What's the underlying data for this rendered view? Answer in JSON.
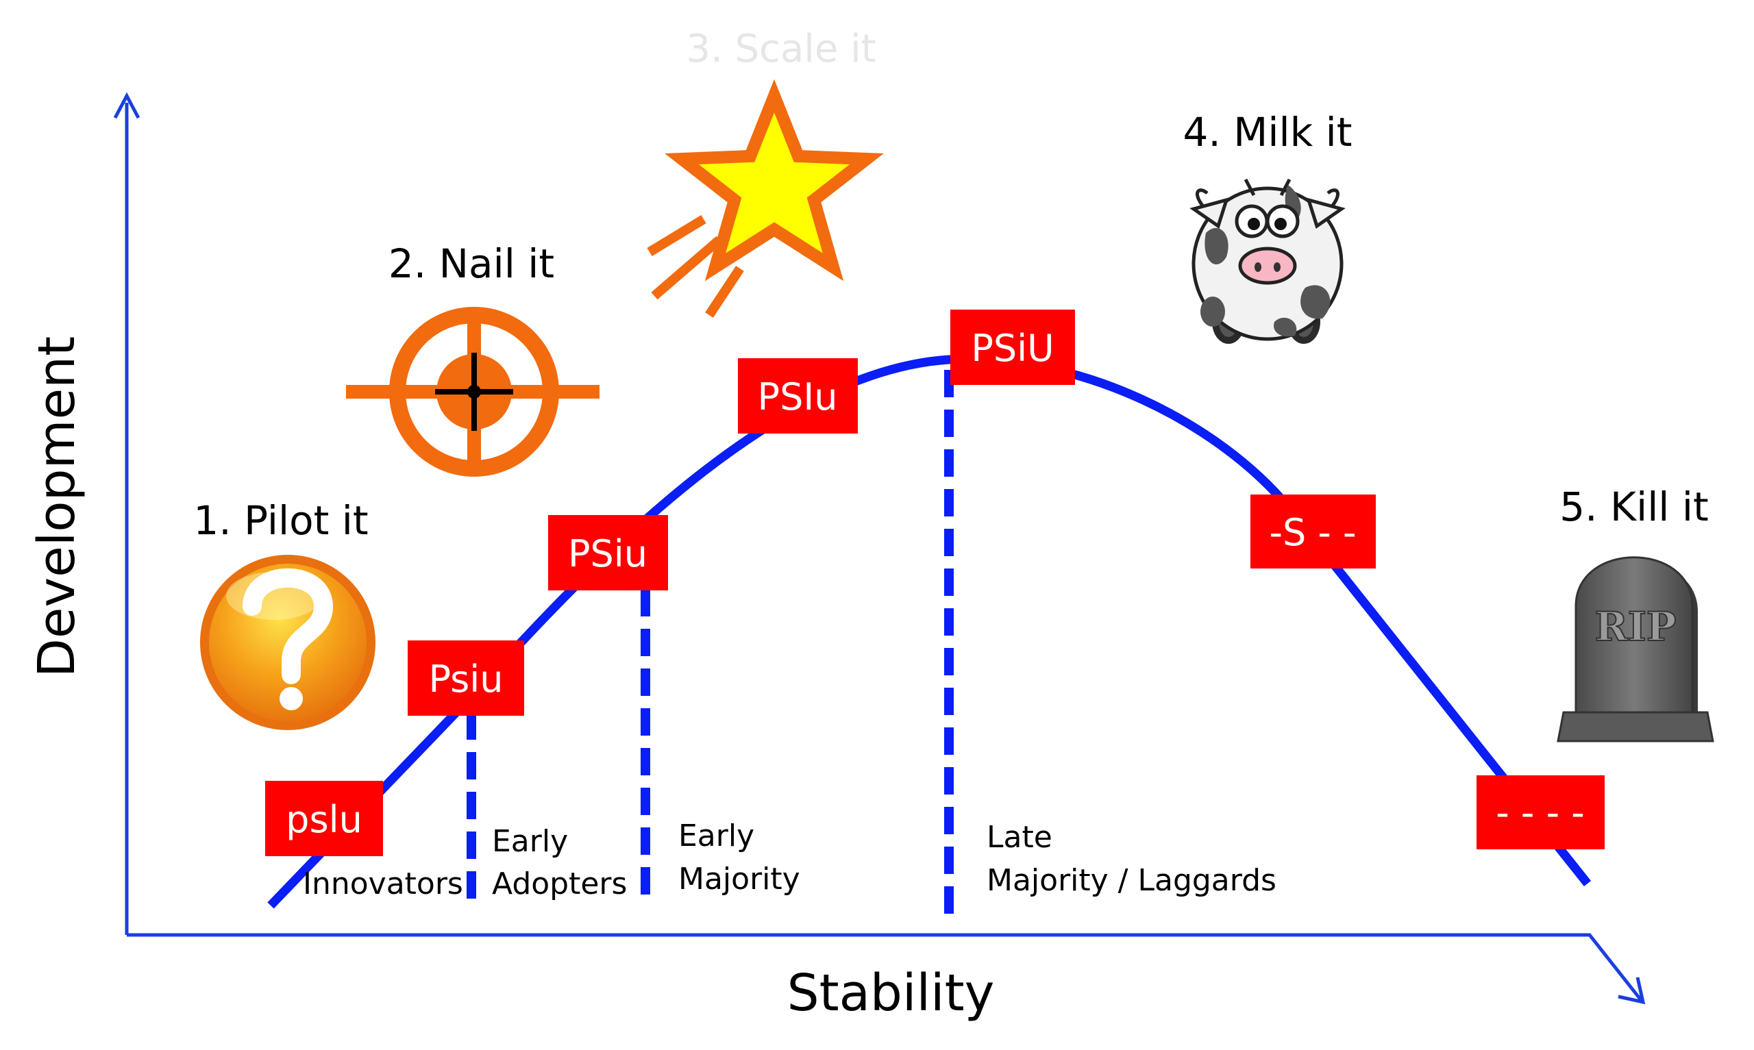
{
  "axes": {
    "y_label": "Development",
    "x_label": "Stability"
  },
  "stages": [
    {
      "number_label": "1. Pilot it",
      "icon": "question-mark-icon"
    },
    {
      "number_label": "2. Nail it",
      "icon": "target-icon"
    },
    {
      "number_label": "3. Scale it",
      "icon": "shooting-star-icon"
    },
    {
      "number_label": "4. Milk it",
      "icon": "cow-icon"
    },
    {
      "number_label": "5. Kill it",
      "icon": "tombstone-icon"
    }
  ],
  "curve_boxes": [
    "pslu",
    "Psiu",
    "PSiu",
    "PSIu",
    "PSiU",
    "-S - -",
    "- - - -"
  ],
  "segments": {
    "innovators": "Innovators",
    "early_adopters_1": "Early",
    "early_adopters_2": "Adopters",
    "early_majority_1": "Early",
    "early_majority_2": "Majority",
    "late_majority_1": "Late",
    "late_majority_2": "Majority / Laggards"
  },
  "tombstone_text": "RIP",
  "colors": {
    "axis": "#1a3fe0",
    "curve": "#0a1ef5",
    "box": "#ff0000",
    "box_text": "#ffffff",
    "orange": "#f26b0f",
    "star_fill": "#ffff00",
    "scale_label": "#e6e6e6"
  }
}
